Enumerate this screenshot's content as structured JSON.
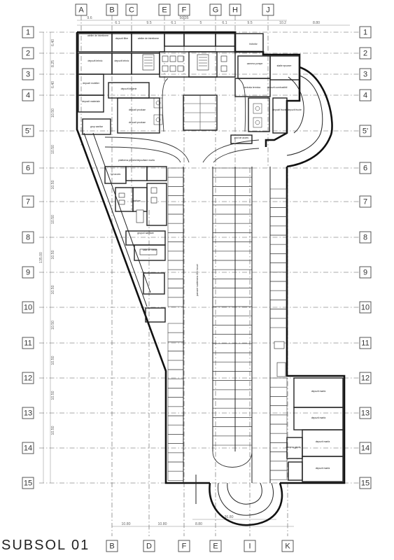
{
  "plan_title": "SUBSOL 01",
  "top_axis_labels": [
    "A",
    "B",
    "C",
    "E",
    "F",
    "G",
    "H",
    "J"
  ],
  "bottom_axis_labels": [
    "B",
    "D",
    "F",
    "E",
    "I",
    "K"
  ],
  "row_labels": [
    "1",
    "2",
    "3",
    "4",
    "5'",
    "6",
    "7",
    "8",
    "9",
    "10",
    "11",
    "12",
    "13",
    "14",
    "15"
  ],
  "top_dimensions": [
    "9.6",
    "6.1",
    "9.5",
    "6.1",
    "6.1",
    "9.5",
    "10.2",
    "8.80"
  ],
  "top_total_dimension": "50.35",
  "column_dimension_below": "5",
  "left_dimensions": [
    "6.40",
    "8.25",
    "6.40",
    "10.50",
    "10.50",
    "10.50",
    "10.50",
    "10.50",
    "10.50",
    "10.50",
    "10.50",
    "10.50",
    "10.50"
  ],
  "left_total_dimension": "135.00",
  "bottom_dimensions": [
    "10.80",
    "10.80",
    "8.80",
    "36.80"
  ],
  "room_labels": {
    "atelier_intretinere": "atelier de intretinere",
    "depozit_filtre": "depozit filtre",
    "depozit_tehnic": "depozit tehnic",
    "hidrofor": "hidrofor",
    "camera_pompe": "camera pompe",
    "centrala_termica": "centrala termica",
    "depozit_combustibil": "depozit combustibil",
    "statie_epurare": "statie epurare",
    "depozit_mobilier": "depozit mobilier",
    "grup_sanitar": "grup sanitar",
    "depozit_materiale": "depozit materiale",
    "depozit_lenjerie": "depozit lenjerie",
    "depozit_produse": "depozit produse",
    "grupuri_sanitare": "grupuri sanitare",
    "vestiare": "vestiare",
    "spalatorie": "spalatorie",
    "hol_acces": "hol acces",
    "platforma_ascensor": "platforma primire/depozitare marfa",
    "depozit_fructe": "depozit fructe depozit fructe",
    "sala_mese": "sala de mese",
    "depozit_marfa": "depozit marfa",
    "pod": "pod de acces",
    "camera_garda": "camera garda"
  },
  "parking_note": "parcare subterana 284 locuri",
  "colors": {
    "line": "#111111",
    "grid": "#555555",
    "background": "#ffffff"
  }
}
